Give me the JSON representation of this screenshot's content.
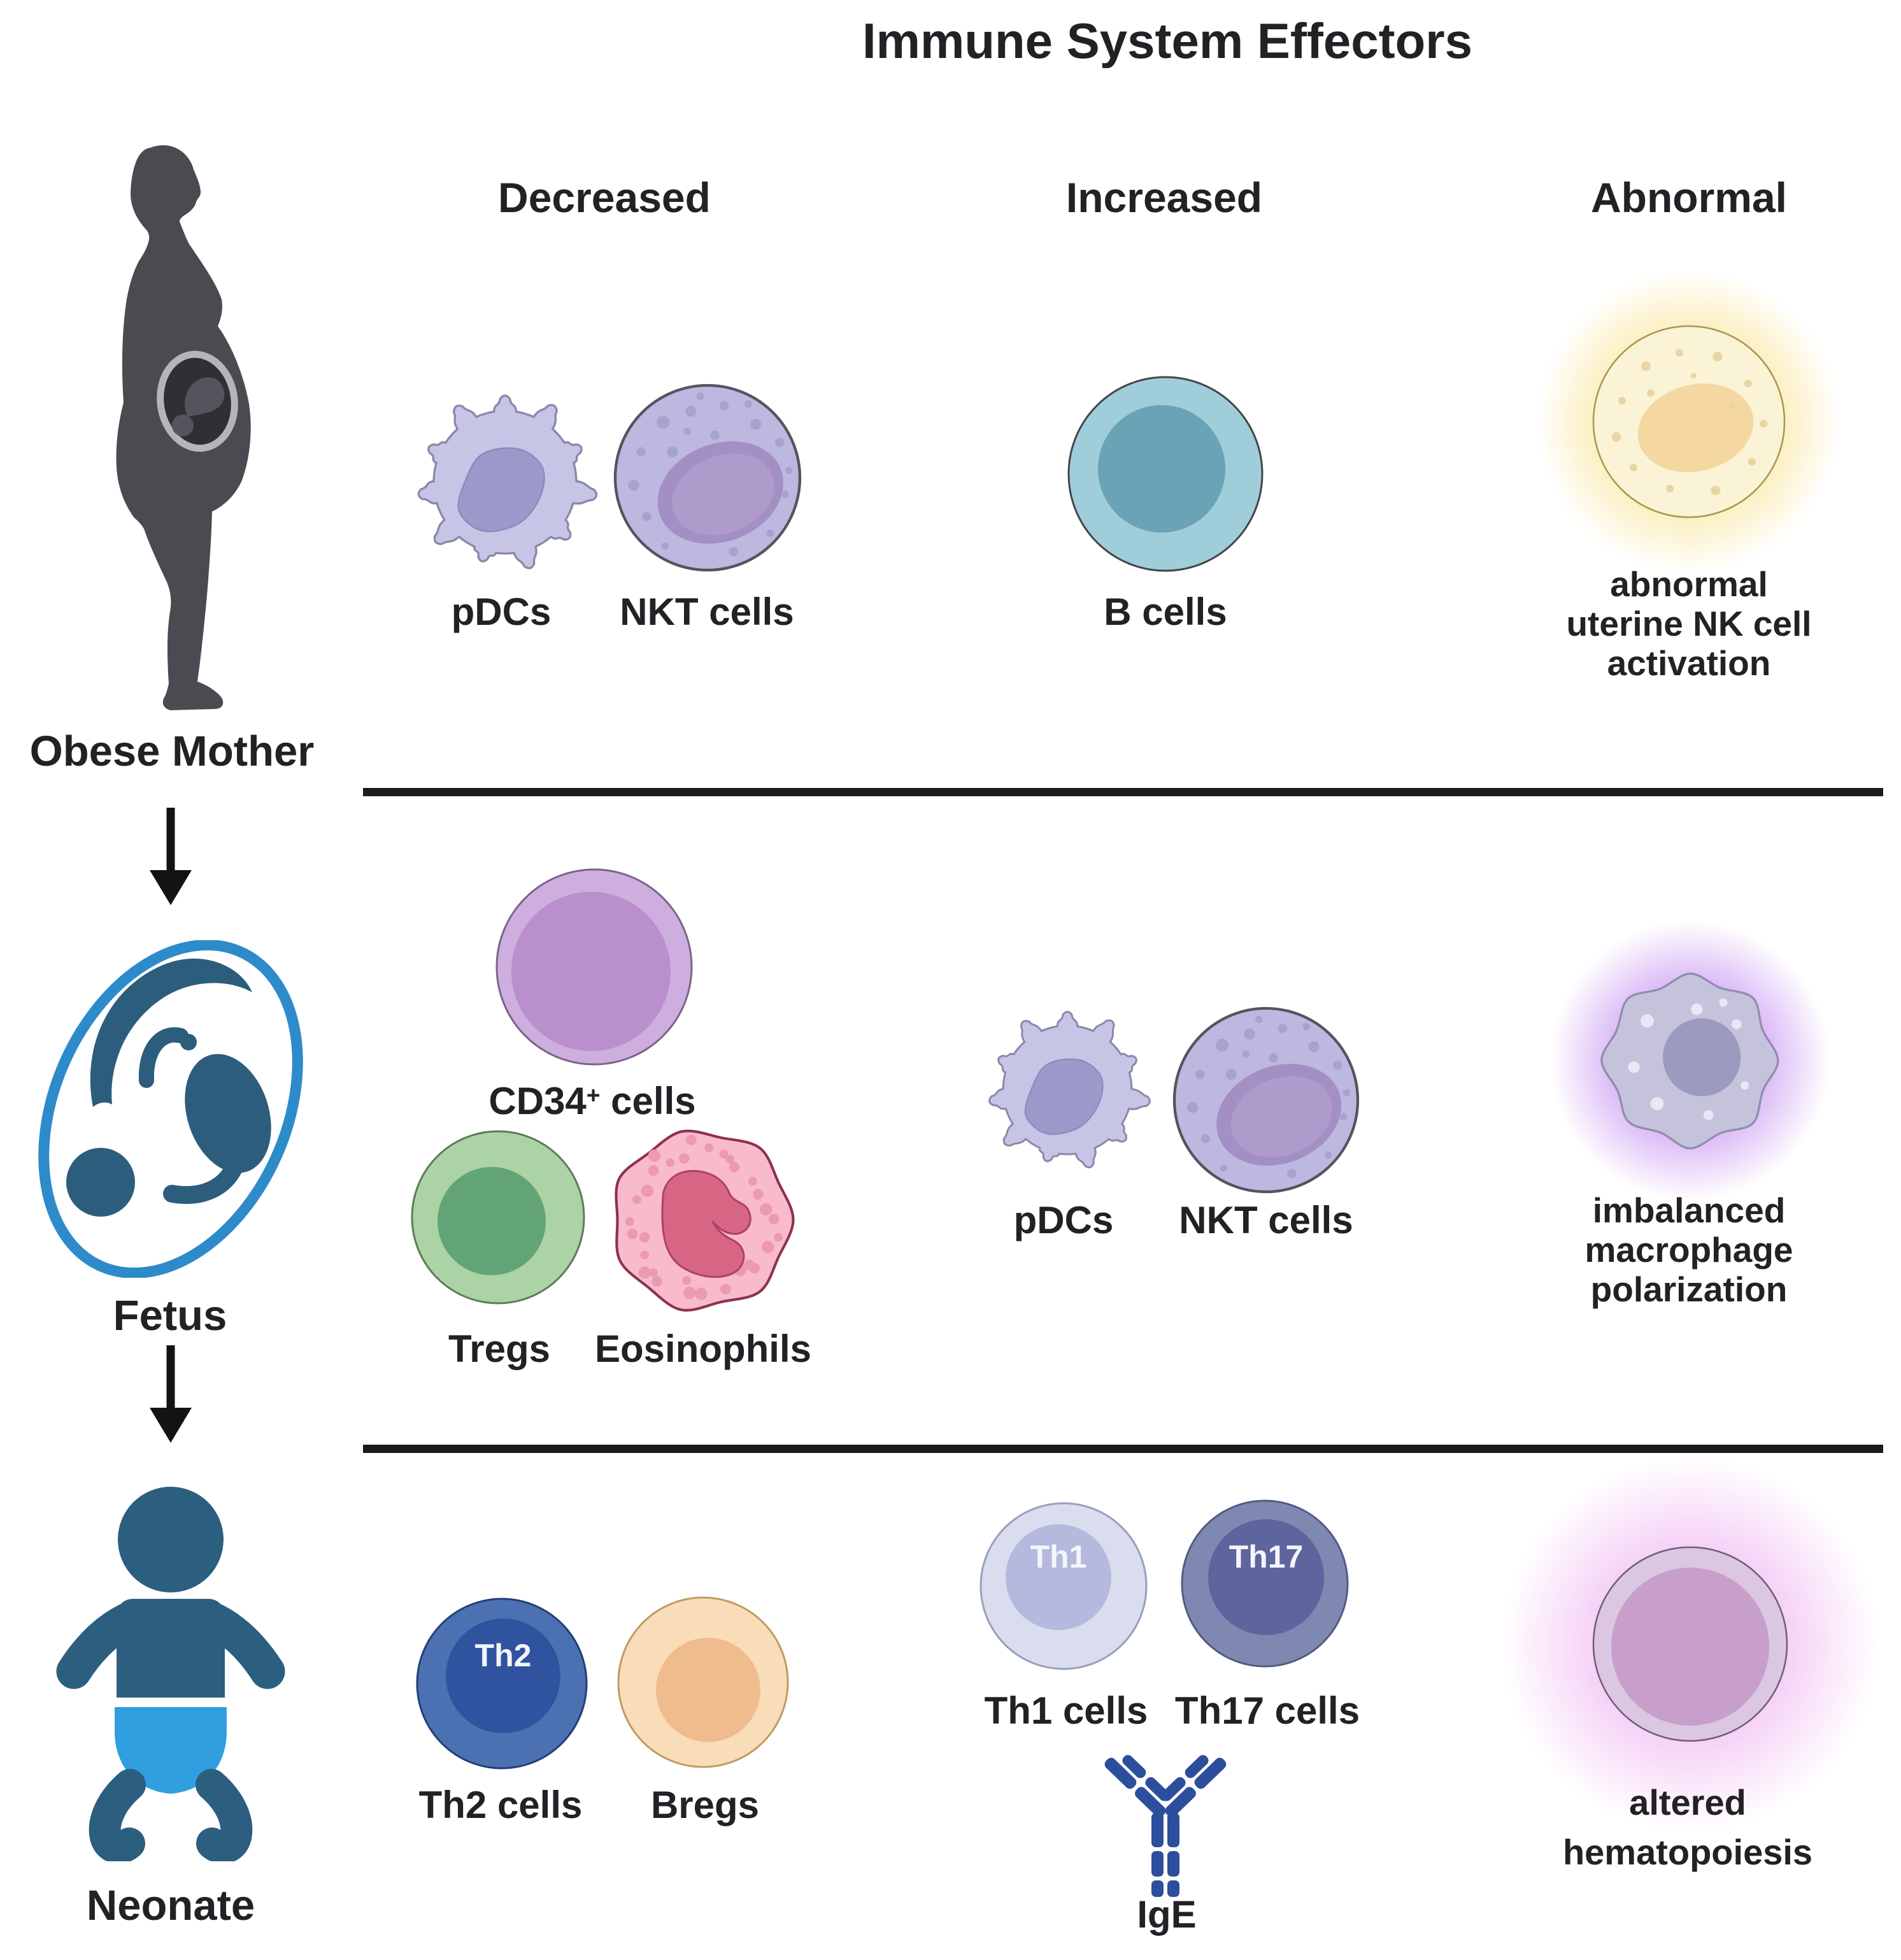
{
  "figure": {
    "title": "Immune System Effectors",
    "column_headers": [
      "Decreased",
      "Increased",
      "Abnormal"
    ],
    "row_labels": [
      "Obese Mother",
      "Fetus",
      "Neonate"
    ],
    "matrix": {
      "obese_mother": {
        "decreased": [
          "pDCs",
          "NKT cells"
        ],
        "increased": [
          "B cells"
        ],
        "abnormal": [
          "abnormal uterine NK cell activation"
        ]
      },
      "fetus": {
        "decreased": [
          "CD34+ cells",
          "Tregs",
          "Eosinophils"
        ],
        "increased": [
          "pDCs",
          "NKT cells"
        ],
        "abnormal": [
          "imbalanced macrophage polarization"
        ]
      },
      "neonate": {
        "decreased": [
          "Th2 cells",
          "Bregs"
        ],
        "increased": [
          "Th1 cells",
          "Th17 cells",
          "IgE"
        ],
        "abnormal": [
          "altered hematopoiesis"
        ]
      }
    }
  },
  "labels": {
    "title": "Immune System Effectors",
    "col_decreased": "Decreased",
    "col_increased": "Increased",
    "col_abnormal": "Abnormal",
    "row_mother": "Obese Mother",
    "row_fetus": "Fetus",
    "row_neonate": "Neonate",
    "pdcs_mother": "pDCs",
    "nkt_mother": "NKT cells",
    "b_cells": "B cells",
    "nk_line1": "abnormal",
    "nk_line2": "uterine NK cell",
    "nk_line3": "activation",
    "cd34_base": "CD34",
    "cd34_sup": "+",
    "cd34_rest": "cells",
    "tregs": "Tregs",
    "eosinophils": "Eosinophils",
    "pdcs_fetus": "pDCs",
    "nkt_fetus": "NKT cells",
    "mac_line1": "imbalanced",
    "mac_line2": "macrophage",
    "mac_line3": "polarization",
    "th2_cells": "Th2 cells",
    "bregs": "Bregs",
    "th1_cells": "Th1 cells",
    "th17_cells": "Th17 cells",
    "ige": "IgE",
    "hema_line1": "altered",
    "hema_line2": "hematopoiesis",
    "th1_badge": "Th1",
    "th2_badge": "Th2",
    "th17_badge": "Th17"
  },
  "colors": {
    "background": "#ffffff",
    "text": "#222126",
    "divider": "#1b1a1d",
    "arrow": "#131215",
    "mother_body": "#4c4950",
    "womb_ring": "#b7b4b8",
    "womb_inner": "#312f34",
    "womb_fetus": "#56535c",
    "fetus_outline": "#2d8bc9",
    "fetus_body": "#2c5d7d",
    "baby_body": "#2c5e7f",
    "baby_diaper": "#2f9fe0",
    "pdc_body": "#c7c5e6",
    "pdc_outline": "#8b88aa",
    "pdc_nucleus": "#9b99c9",
    "pdc_nucleus_edge": "#8a88bd",
    "nkt_body": "#bcb8df",
    "nkt_outline": "#57535f",
    "nkt_nucleus": "#a38fc3",
    "nkt_nucleus_inner": "#ae9bcb",
    "nkt_dot": "#a8a2d1",
    "b_body": "#a0cdda",
    "b_outline": "#45444c",
    "b_nucleus": "#6ba3b6",
    "nk_body": "#fbf3d6",
    "nk_outline": "#a8964f",
    "nk_nucleus": "#f5d7a1",
    "nk_dot": "#e9d5a3",
    "nk_glow": "#f6d55c",
    "cd34_outer": "#cdaede",
    "cd34_outline": "#7b6488",
    "cd34_inner": "#b990cb",
    "treg_outer": "#abd3a5",
    "treg_outline": "#5d7b57",
    "treg_nucleus": "#62a475",
    "eos_body": "#f9bbca",
    "eos_outline": "#8e3150",
    "eos_dot": "#eb9ab1",
    "eos_nucleus": "#d76685",
    "eos_nucleus_edge": "#b04168",
    "mac_body": "#c5c3dc",
    "mac_outline": "#8f8cae",
    "mac_nucleus": "#9c9abe",
    "mac_speck": "#e9e7f5",
    "mac_glow": "#a34fe8",
    "th2_body": "#4b71b2",
    "th2_outline": "#243f78",
    "th2_nucleus": "#2f539e",
    "breg_body": "#f9ddb8",
    "breg_outline": "#c09a63",
    "breg_nucleus": "#efbd8d",
    "th1_body": "#dadded",
    "th1_outline": "#999fbb",
    "th1_nucleus": "#b4b9dd",
    "th17_body": "#7f88b0",
    "th17_outline": "#545b82",
    "th17_nucleus": "#5e649d",
    "hema_ring": "#dbc7e1",
    "hema_outline": "#6f5c79",
    "hema_inner": "#c79fca",
    "hema_glow": "#df6be3",
    "ige_blue": "#2c4e9c",
    "badge_text": "#f4f4fb"
  }
}
